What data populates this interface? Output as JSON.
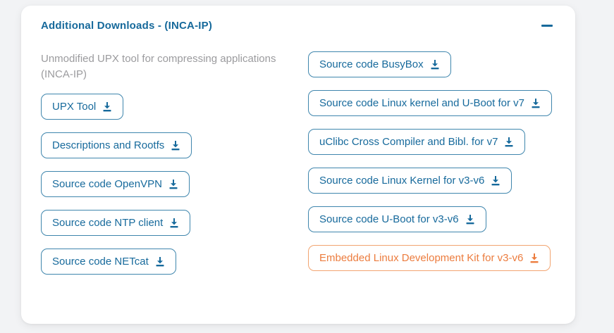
{
  "card": {
    "title": "Additional Downloads - (INCA-IP)",
    "collapse_icon": "minus-icon",
    "description": "Unmodified UPX tool for compressing applications (INCA-IP)",
    "buttons": {
      "left": [
        {
          "label": "UPX Tool",
          "icon": "download-icon"
        },
        {
          "label": "Descriptions and Rootfs",
          "icon": "download-icon"
        },
        {
          "label": "Source code OpenVPN",
          "icon": "download-icon"
        },
        {
          "label": "Source code NTP client",
          "icon": "download-icon"
        },
        {
          "label": "Source code NETcat",
          "icon": "download-icon"
        }
      ],
      "right": [
        {
          "label": "Source code BusyBox",
          "icon": "download-icon"
        },
        {
          "label": "Source code Linux kernel and U-Boot for v7",
          "icon": "download-icon"
        },
        {
          "label": "uClibc Cross Compiler and Bibl. for v7",
          "icon": "download-icon"
        },
        {
          "label": "Source code Linux Kernel for v3-v6",
          "icon": "download-icon"
        },
        {
          "label": "Source code U-Boot for v3-v6",
          "icon": "download-icon"
        },
        {
          "label": "Embedded Linux Development Kit for v3-v6",
          "icon": "download-icon",
          "variant": "orange"
        }
      ]
    },
    "colors": {
      "blue_text": "#176a9c",
      "blue_border": "#3f86ad",
      "orange_text": "#ec7c3e",
      "orange_border": "#f2a470",
      "gray_text": "#9b9b9e",
      "card_background": "#ffffff",
      "page_background": "#f2f3f5"
    }
  }
}
